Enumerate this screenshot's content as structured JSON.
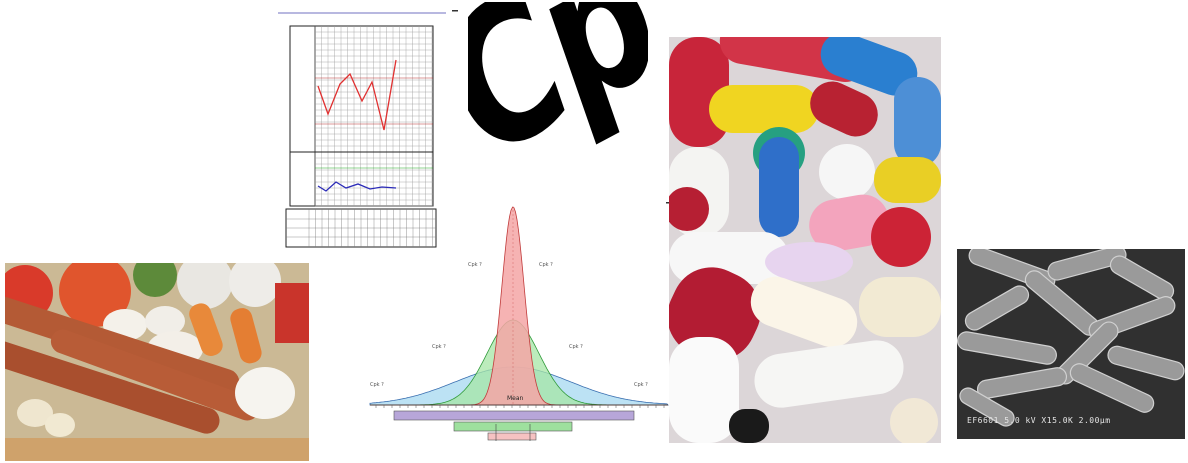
{
  "wordart": {
    "text": "Cpk"
  },
  "distribution": {
    "mean_label": "Mean",
    "side_labels": [
      "Cpk ?",
      "Cpk ?",
      "Cpk ?",
      "Cpk ?",
      "Cpk ?",
      "Cpk ?"
    ]
  },
  "sem": {
    "caption": "EF6601 5.0 kV X15.0K 2.00µm"
  },
  "colors": {
    "control_upper_line": "#e03030",
    "control_lower_line": "#2a2ab8",
    "dist_narrow": "#f4a6a6",
    "dist_mid": "#a6e6a6",
    "dist_wide": "#a6d8f0",
    "dist_bar_purple": "#b7a6d9",
    "dist_bar_green": "#9ee09e"
  }
}
